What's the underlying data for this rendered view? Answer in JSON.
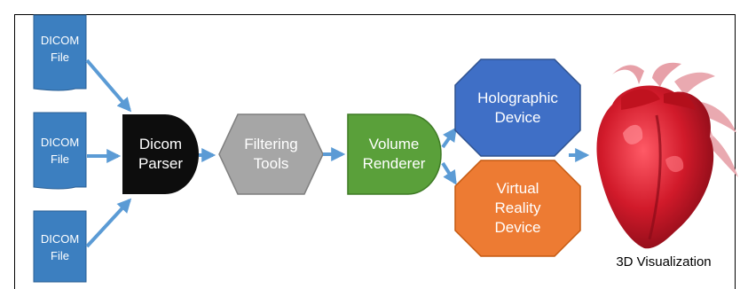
{
  "inputs": [
    {
      "label": "DICOM\nFile"
    },
    {
      "label": "DICOM\nFile"
    },
    {
      "label": "DICOM\nFile"
    }
  ],
  "nodes": {
    "parser": {
      "label": "Dicom\nParser"
    },
    "filter": {
      "label": "Filtering\nTools"
    },
    "renderer": {
      "label": "Volume\nRenderer"
    },
    "holographic": {
      "label": "Holographic\nDevice"
    },
    "vr": {
      "label": "Virtual\nReality\nDevice"
    }
  },
  "output": {
    "caption": "3D Visualization",
    "image": "heart-3d-render"
  },
  "colors": {
    "file": "#3c7fc0",
    "parser": "#0d0d0d",
    "filter": "#a6a6a6",
    "renderer": "#5aa03a",
    "holographic": "#3f6fc6",
    "vr": "#ed7b33",
    "arrow": "#5b9bd5",
    "heart": "#d11a2a"
  }
}
